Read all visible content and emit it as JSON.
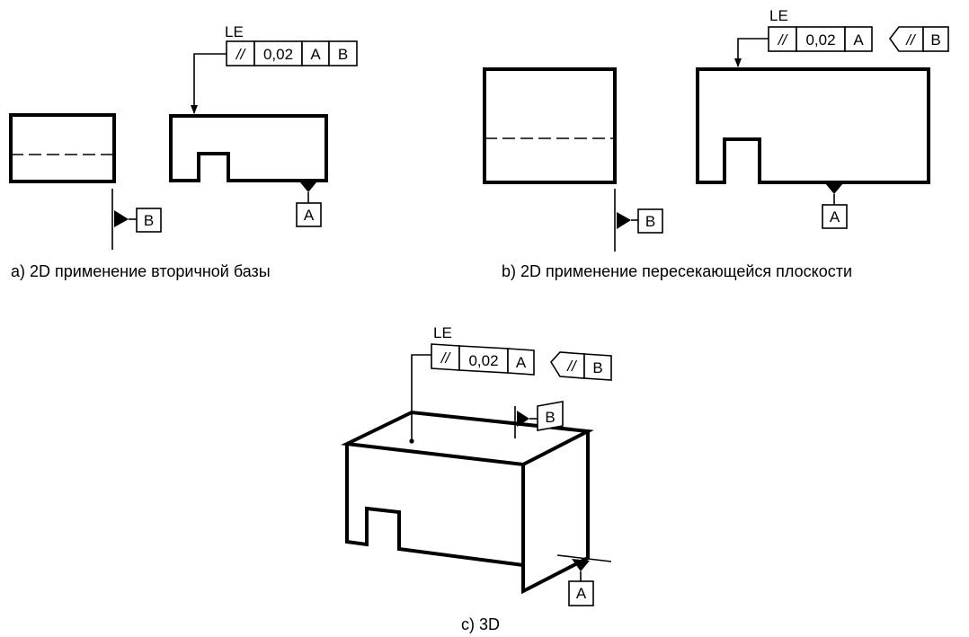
{
  "panel_a": {
    "caption": "a) 2D применение вторичной базы",
    "modifier": "LE",
    "frame": {
      "symbol": "//",
      "tolerance": "0,02",
      "datum1": "A",
      "datum2": "B"
    },
    "datum_feature_a": "A",
    "datum_feature_b": "B"
  },
  "panel_b": {
    "caption": "b) 2D применение пересекающейся плоскости",
    "modifier": "LE",
    "frame": {
      "symbol": "//",
      "tolerance": "0,02",
      "datum1": "A"
    },
    "intersection_indicator": {
      "symbol": "//",
      "datum": "B"
    },
    "datum_feature_a": "A",
    "datum_feature_b": "B"
  },
  "panel_c": {
    "caption": "c) 3D",
    "modifier": "LE",
    "frame": {
      "symbol": "//",
      "tolerance": "0,02",
      "datum1": "A"
    },
    "intersection_indicator": {
      "symbol": "//",
      "datum": "B"
    },
    "datum_feature_a": "A",
    "datum_feature_b": "B"
  },
  "colors": {
    "ink": "#000000",
    "background": "#ffffff"
  }
}
